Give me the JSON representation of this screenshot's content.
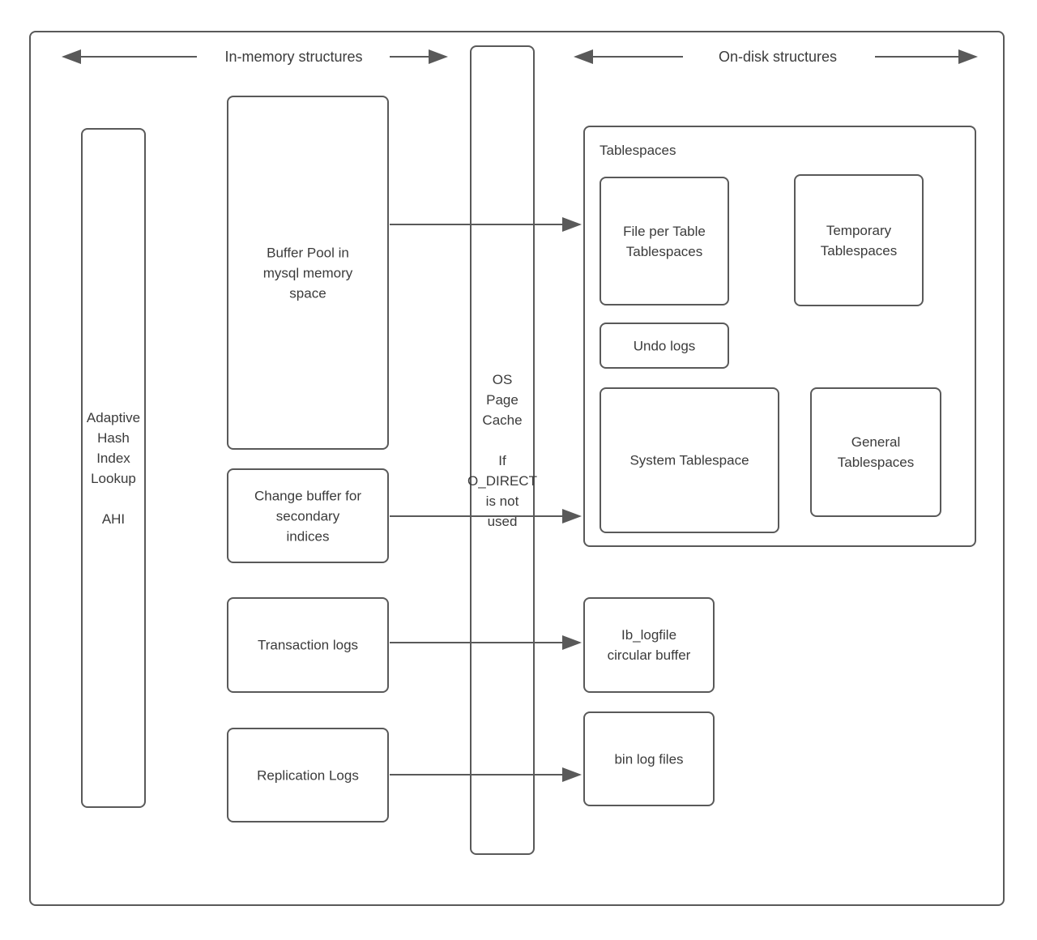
{
  "diagram": {
    "headers": {
      "in_memory": "In-memory structures",
      "on_disk": "On-disk structures"
    },
    "colors": {
      "stroke": "#595959",
      "text": "#3b3b3b",
      "background": "#ffffff"
    },
    "in_memory": {
      "ahi": "Adaptive\nHash\nIndex\nLookup\n\nAHI",
      "buffer_pool": "Buffer Pool in\nmysql memory\nspace",
      "change_buffer": "Change buffer for\nsecondary\nindices",
      "transaction_logs": "Transaction logs",
      "replication_logs": "Replication Logs"
    },
    "middle": {
      "os_page_cache": "OS\nPage\nCache\n\nIf\nO_DIRECT\nis not\nused"
    },
    "on_disk": {
      "tablespaces_label": "Tablespaces",
      "file_per_table": "File per Table\nTablespaces",
      "temporary_tablespaces": "Temporary\nTablespaces",
      "undo_logs": "Undo logs",
      "system_tablespace": "System Tablespace",
      "general_tablespaces": "General\nTablespaces",
      "ib_logfile": "Ib_logfile\ncircular buffer",
      "bin_log_files": "bin log files"
    }
  }
}
